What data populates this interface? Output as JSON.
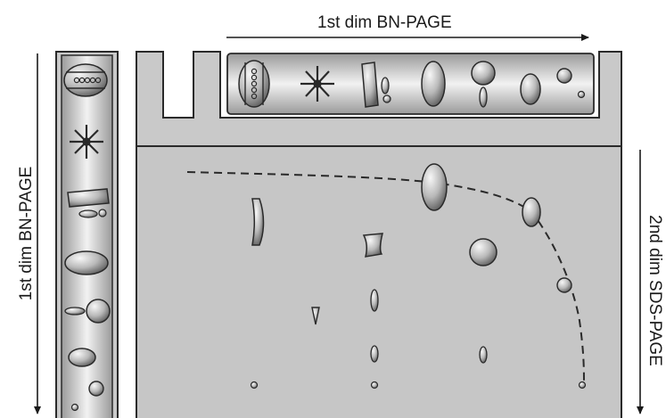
{
  "labels": {
    "top_axis": "1st dim BN-PAGE",
    "left_axis": "1st dim BN-PAGE",
    "right_axis": "2nd dim SDS-PAGE"
  },
  "colors": {
    "gel_fill": "#c9c9c9",
    "outline": "#2a2a2a",
    "spot_highlight": "#f4f4f4",
    "spot_shadow": "#6e6e6e",
    "background": "#ffffff"
  }
}
